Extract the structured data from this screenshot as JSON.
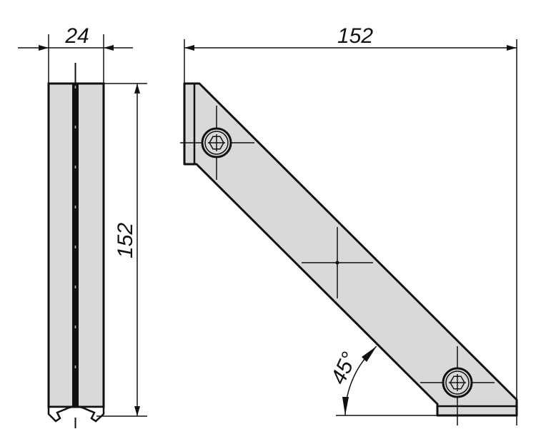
{
  "colors": {
    "fill": "#d9d9d9",
    "stroke": "#111111"
  },
  "side_view": {
    "width_label": "24",
    "height_label": "152"
  },
  "front_view": {
    "width_label": "152",
    "angle_label": "45°"
  }
}
